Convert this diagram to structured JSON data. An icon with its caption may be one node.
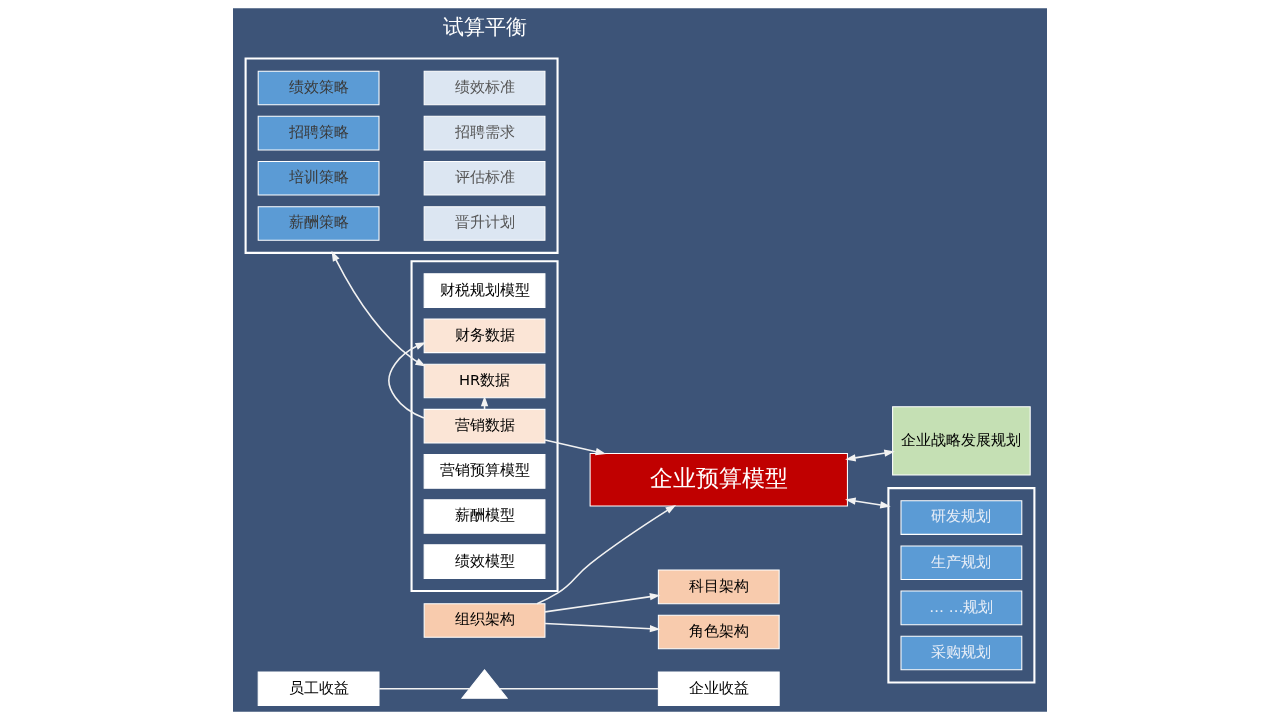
{
  "diagram": {
    "nodes": [
      {
        "text": [
          "员工收益"
        ]
      },
      {
        "text": [
          "企业收益"
        ]
      },
      {
        "text": [],
        "shape": "triangle"
      },
      {
        "text": [],
        "shape": "box"
      },
      {
        "text": [
          "薪酬策略"
        ],
        "in": 3
      },
      {
        "text": [
          "晋升计划"
        ],
        "in": 3
      },
      {
        "text": [
          "绩效策略"
        ],
        "in": 3
      },
      {
        "text": [
          "绩效标准"
        ],
        "in": 3
      },
      {
        "text": [
          "招聘策略"
        ],
        "in": 3
      },
      {
        "text": [
          "招聘需求"
        ],
        "in": 3
      },
      {
        "text": [
          "培训策略"
        ],
        "in": 3
      },
      {
        "text": [
          "评估标准"
        ],
        "in": 3
      },
      {
        "text": [],
        "shape": "box"
      },
      {
        "text": [
          "财务数据"
        ],
        "in": 12
      },
      {
        "text": [
          "财税规划模型"
        ],
        "in": 12
      },
      {
        "text": [
          "营销数据"
        ],
        "in": 12
      },
      {
        "text": [
          "营销预算模型"
        ],
        "in": 12
      },
      {
        "text": [
          "HR数据"
        ],
        "in": 12
      },
      {
        "text": [
          "薪酬模型"
        ],
        "in": 12
      },
      {
        "text": [
          "绩效模型"
        ],
        "in": 12
      },
      {
        "text": [
          "科目架构"
        ]
      },
      {
        "text": [
          "组织架构"
        ]
      },
      {
        "text": [
          "角色架构"
        ]
      },
      {
        "text": [
          "企业预算模型"
        ]
      },
      {
        "text": [
          "企业战略发展规划"
        ]
      },
      {
        "text": [],
        "shape": "box"
      },
      {
        "text": [
          "研发规划"
        ],
        "in": 25
      },
      {
        "text": [
          "生产规划"
        ],
        "in": 25
      },
      {
        "text": [
          "… …规划"
        ],
        "in": 25
      },
      {
        "text": [
          "采购规划"
        ],
        "in": 25
      }
    ],
    "edges": [
      {
        "from": 0,
        "to": 2,
        "arrow": "none"
      },
      {
        "from": 2,
        "to": 1,
        "arrow": "none"
      },
      {
        "from": 3,
        "to": 17,
        "arrow": "both"
      },
      {
        "from": 15,
        "to": 13,
        "arrow": "to"
      },
      {
        "from": 15,
        "to": 17,
        "arrow": "to"
      },
      {
        "from": 15,
        "to": 23,
        "arrow": "to"
      },
      {
        "from": 21,
        "to": 20,
        "arrow": "to"
      },
      {
        "from": 21,
        "to": 22,
        "arrow": "to"
      },
      {
        "from": 21,
        "to": 23,
        "arrow": "to"
      },
      {
        "from": 23,
        "to": 24,
        "arrow": "both"
      },
      {
        "from": 23,
        "to": 25,
        "arrow": "both"
      }
    ],
    "labels": [
      "试算平衡"
    ]
  }
}
